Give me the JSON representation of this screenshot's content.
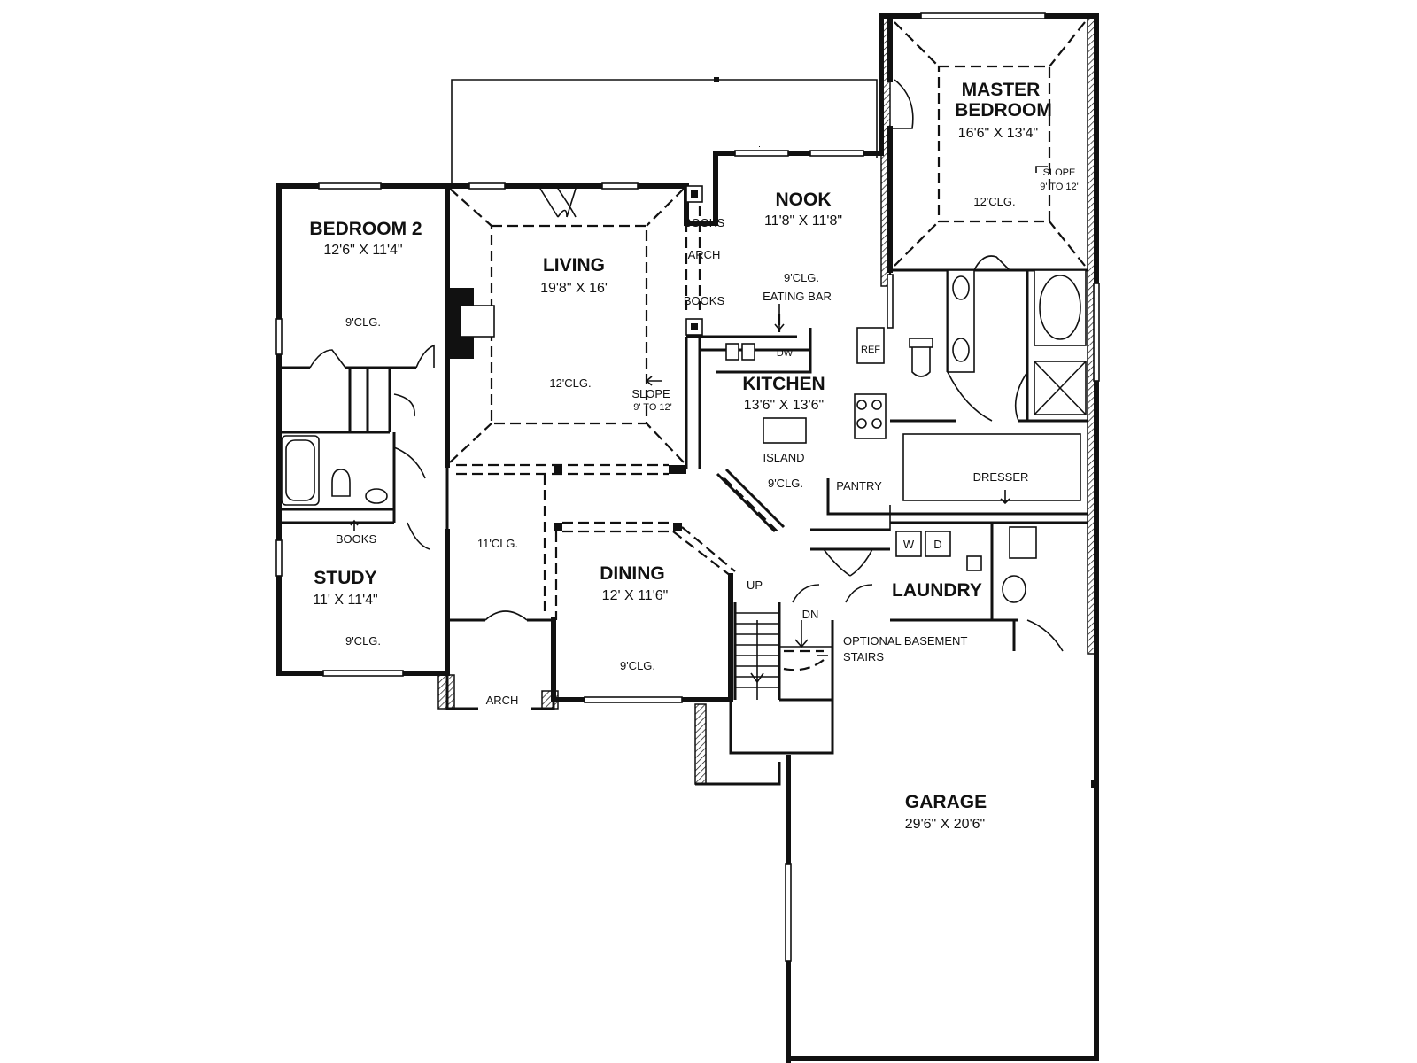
{
  "rooms": {
    "master_bedroom": {
      "name_1": "MASTER",
      "name_2": "BEDROOM",
      "dim": "16'6\" X 13'4\"",
      "ceiling": "12'CLG.",
      "slope_1": "SLOPE",
      "slope_2": "9' TO 12'"
    },
    "nook": {
      "name": "NOOK",
      "dim": "11'8\" X 11'8\"",
      "ceiling": "9'CLG.",
      "eating_bar": "EATING BAR"
    },
    "bedroom_2": {
      "name": "BEDROOM 2",
      "dim": "12'6\" X 11'4\"",
      "ceiling": "9'CLG."
    },
    "living": {
      "name": "LIVING",
      "dim": "19'8\" X 16'",
      "ceiling": "12'CLG.",
      "slope_1": "SLOPE",
      "slope_2": "9' TO 12'"
    },
    "kitchen": {
      "name": "KITCHEN",
      "dim": "13'6\" X 13'6\"",
      "ceiling": "9'CLG.",
      "island": "ISLAND",
      "dw": "DW",
      "ref": "REF",
      "pantry": "PANTRY"
    },
    "study": {
      "name": "STUDY",
      "dim": "11' X 11'4\"",
      "ceiling": "9'CLG."
    },
    "dining": {
      "name": "DINING",
      "dim": "12' X 11'6\"",
      "ceiling": "9'CLG."
    },
    "foyer": {
      "ceiling": "11'CLG."
    },
    "laundry": {
      "name": "LAUNDRY",
      "washer": "W",
      "dryer": "D"
    },
    "dresser": {
      "label": "DRESSER"
    },
    "garage": {
      "name": "GARAGE",
      "dim": "29'6\" X 20'6\""
    }
  },
  "labels": {
    "books_top": "BOOKS",
    "arch_hall": "ARCH",
    "books_mid": "BOOKS",
    "books_study": "BOOKS",
    "arch_entry": "ARCH",
    "up": "UP",
    "dn": "DN",
    "basement_1": "OPTIONAL BASEMENT",
    "basement_2": "STAIRS"
  }
}
